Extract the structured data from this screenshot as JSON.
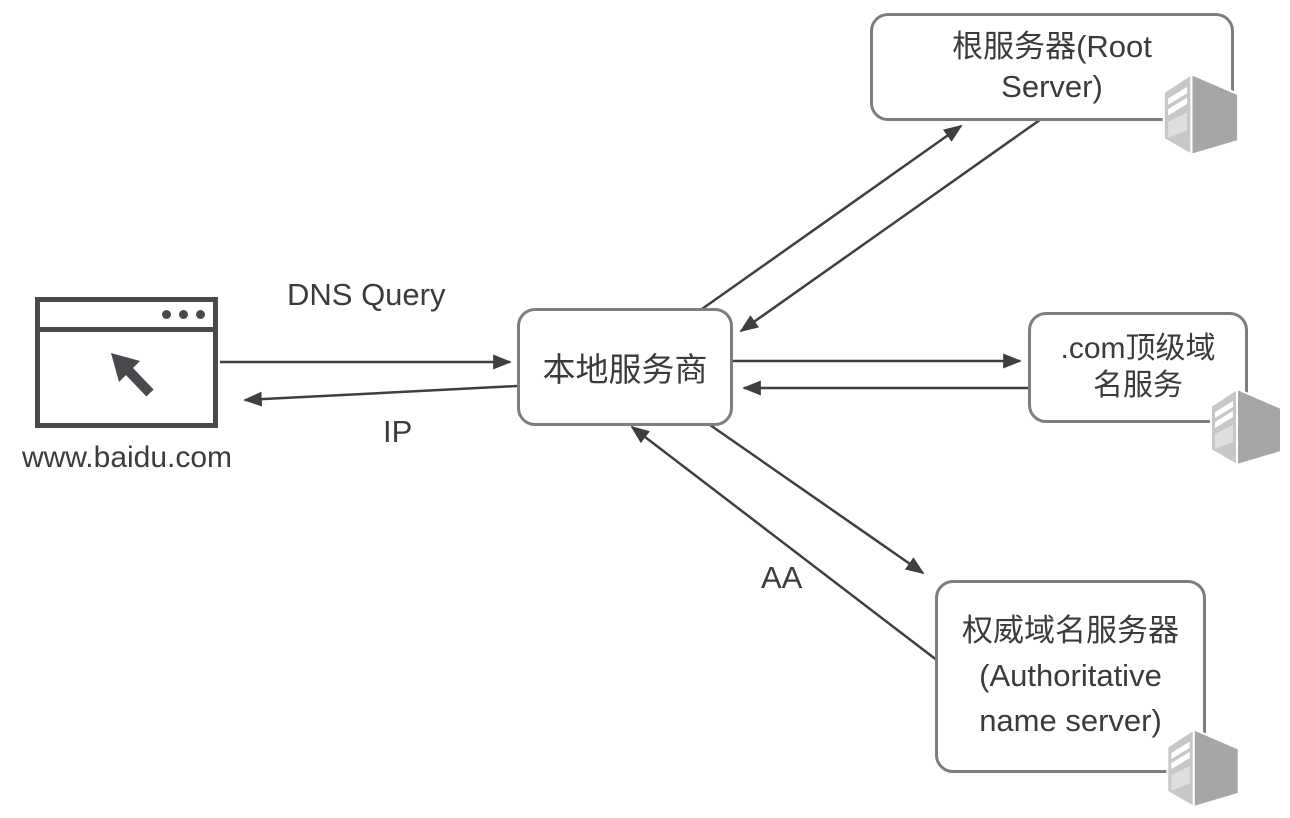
{
  "diagram": {
    "background": "#ffffff"
  },
  "nodes": {
    "client": {
      "label": "www.baidu.com"
    },
    "local_dns": {
      "label": "本地服务商"
    },
    "root_server": {
      "line1": "根服务器(Root",
      "line2": "Server)"
    },
    "tld_server": {
      "line1": ".com顶级域",
      "line2": "名服务"
    },
    "auth_server": {
      "line1": "权威域名服务器",
      "line2": "(Authoritative",
      "line3": "name server)"
    }
  },
  "edge_labels": {
    "query": "DNS Query",
    "answer": "IP",
    "authoritative_answer": "AA"
  },
  "colors": {
    "arrow": "#3f3f3f",
    "box_border": "#7e7e7e",
    "text": "#3b3b3b",
    "browser_outline": "#4a4a4e",
    "server_front": "#c7c7c9",
    "server_side": "#a6a6a8",
    "server_top": "#d5d5d7"
  }
}
